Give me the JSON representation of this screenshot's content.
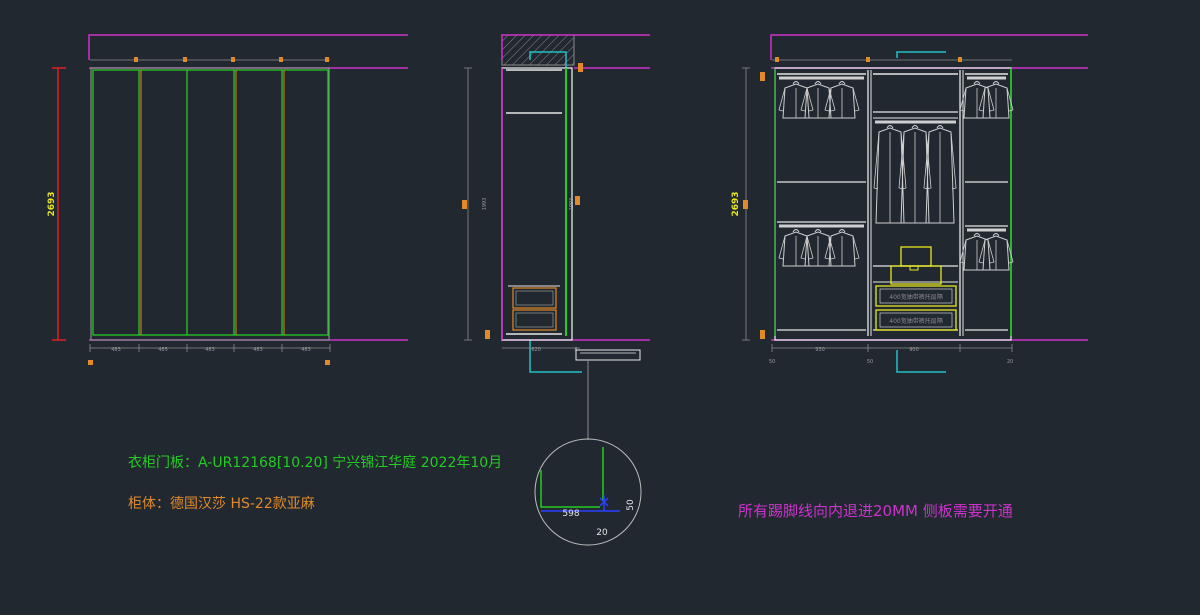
{
  "colors": {
    "background": "#212830",
    "magenta": "#cc33cc",
    "green": "#22cc22",
    "orange": "#e08a2a",
    "red": "#e02020",
    "cyan": "#22c0c8",
    "white": "#e6e6e6",
    "gray": "#8c8c8c",
    "yellow": "#e6e61e",
    "blue": "#2a40ff",
    "dim_text": "#9a9a9a"
  },
  "dimensions": {
    "total_height": "2693",
    "inner_height": "1993",
    "door_widths": [
      "483",
      "485",
      "483",
      "483",
      "483"
    ],
    "side_widths": [
      "620",
      "6"
    ],
    "interior_widths": [
      "50",
      "930",
      "50",
      "900",
      "20"
    ]
  },
  "annotations": {
    "drawer_label_top": "400宽抽带裤托层隔",
    "drawer_label_bottom": "400宽抽带裤托层隔"
  },
  "detail": {
    "width_label": "598",
    "depth_label": "20",
    "height_label": "50"
  },
  "notes": {
    "door_panel": "衣柜门板：A-UR12168[10.20] 宁兴锦江华庭 2022年10月",
    "cabinet_body": "柜体：德国汉莎 HS-22款亚麻",
    "kick_note": "所有踢脚线向内退进20MM 侧板需要开通"
  }
}
